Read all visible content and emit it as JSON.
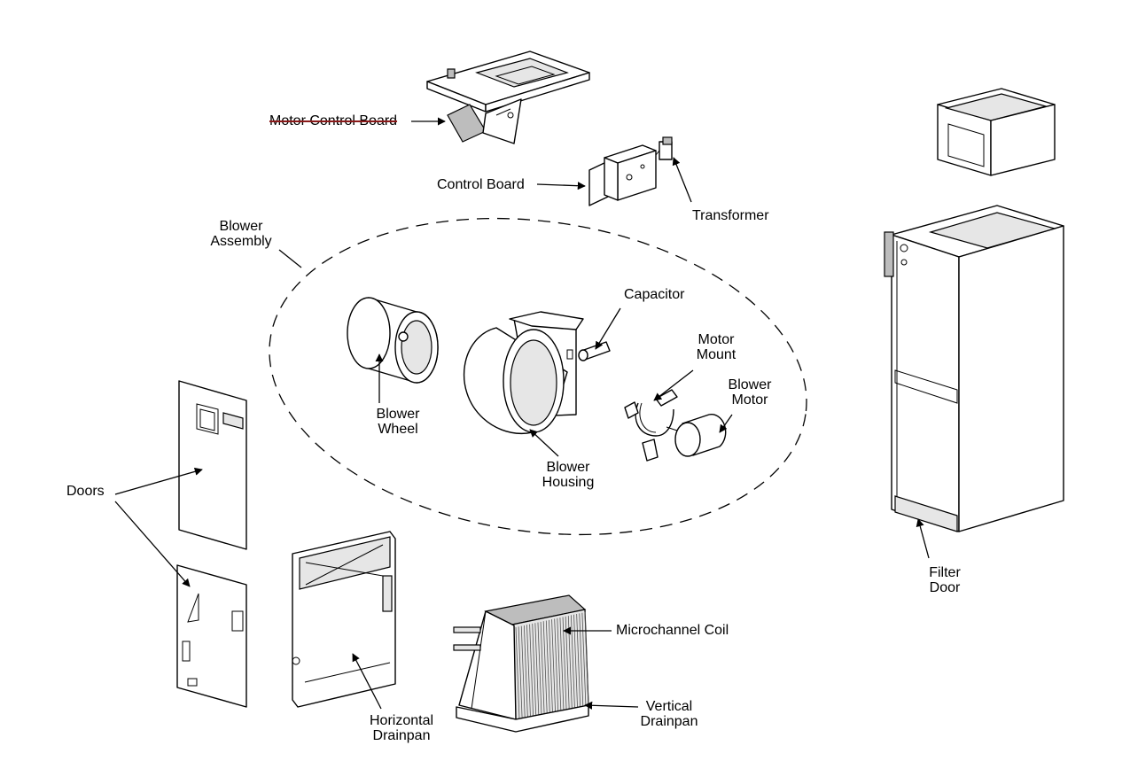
{
  "labels": {
    "motor_control_board": "Motor Control Board",
    "control_board": "Control Board",
    "transformer": "Transformer",
    "blower_assembly_line1": "Blower",
    "blower_assembly_line2": "Assembly",
    "capacitor": "Capacitor",
    "motor_mount_line1": "Motor",
    "motor_mount_line2": "Mount",
    "blower_motor_line1": "Blower",
    "blower_motor_line2": "Motor",
    "blower_wheel_line1": "Blower",
    "blower_wheel_line2": "Wheel",
    "blower_housing_line1": "Blower",
    "blower_housing_line2": "Housing",
    "doors": "Doors",
    "horizontal_drainpan_line1": "Horizontal",
    "horizontal_drainpan_line2": "Drainpan",
    "microchannel_coil": "Microchannel Coil",
    "vertical_drainpan_line1": "Vertical",
    "vertical_drainpan_line2": "Drainpan",
    "filter_door_line1": "Filter",
    "filter_door_line2": "Door"
  },
  "colors": {
    "line": "#000000",
    "strike": "#8b1a1a",
    "background": "#ffffff"
  }
}
